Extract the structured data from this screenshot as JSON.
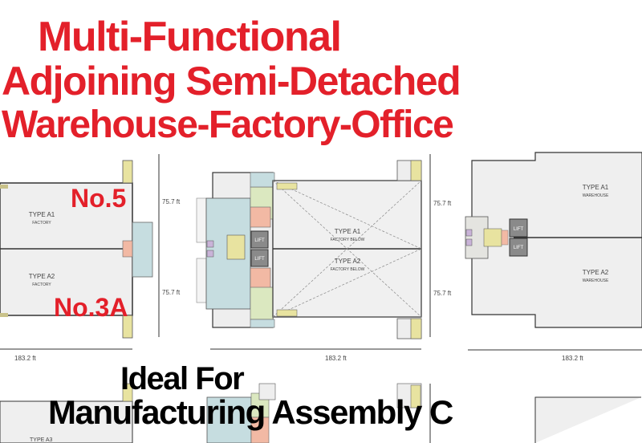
{
  "headline": {
    "line1": "Multi-Functional",
    "line2": "Adjoining Semi-Detached",
    "line3": "Warehouse-Factory-Office",
    "color": "#e3202a"
  },
  "footer": {
    "line1": "Ideal For",
    "line2": "Manufacturing Assembly C"
  },
  "plans": {
    "left": {
      "unit_top": "TYPE A1",
      "use_top": "FACTORY",
      "unit_bottom": "TYPE A2",
      "use_bottom": "FACTORY",
      "marker_top": "No.5",
      "marker_bottom": "No.3A",
      "dim_top": "75.7 ft",
      "dim_bottom": "75.7 ft",
      "width": "183.2 ft"
    },
    "middle": {
      "unit_top": "TYPE A1",
      "use_top": "FACTORY BELOW",
      "unit_bottom": "TYPE A2",
      "use_bottom": "FACTORY BELOW",
      "lift": "LIFT",
      "dim_top": "75.7 ft",
      "dim_bottom": "75.7 ft",
      "width": "183.2 ft"
    },
    "right": {
      "unit_top": "TYPE A1",
      "use_top": "WAREHOUSE",
      "unit_bottom": "TYPE A2",
      "use_bottom": "WAREHOUSE",
      "lift": "LIFT",
      "width": "183.2 ft"
    },
    "bottom_row": {
      "unit_left": "TYPE A3"
    }
  }
}
